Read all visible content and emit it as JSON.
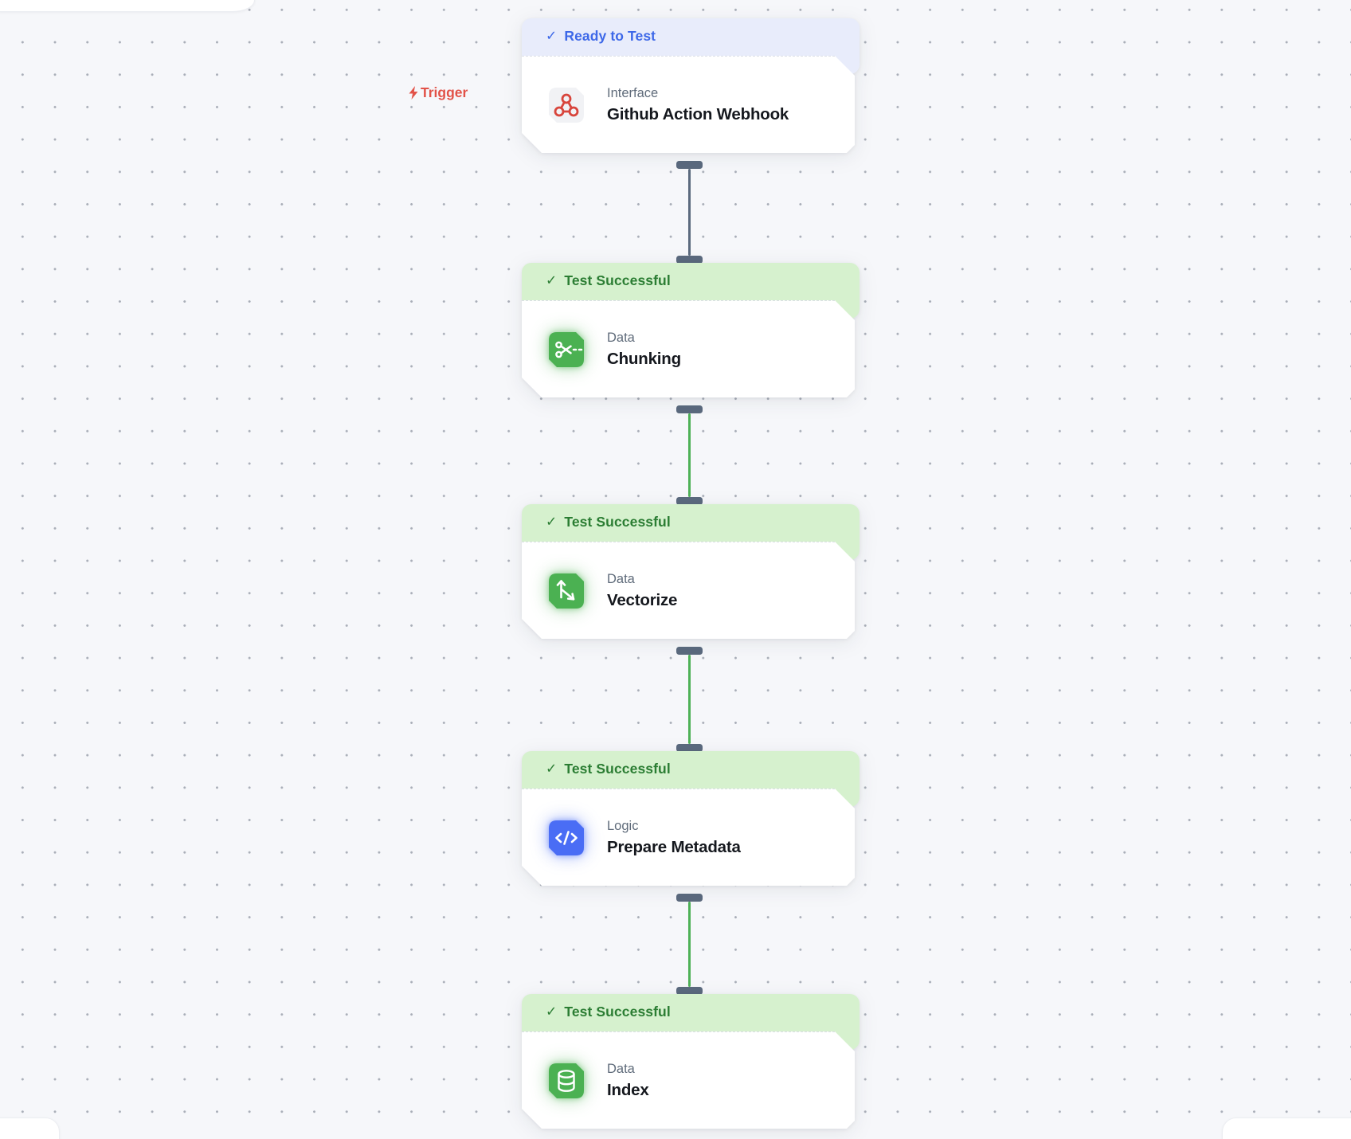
{
  "canvas": {
    "background": "#f6f7fa",
    "dot_color": "#a9aeb8"
  },
  "trigger": {
    "label": "Trigger",
    "color": "#e25248",
    "icon": "lightning-bolt-icon"
  },
  "nodes": [
    {
      "status": "Ready to Test",
      "check": "✓",
      "status_variant": "info",
      "category": "Interface",
      "title": "Github Action Webhook",
      "icon": "webhook-icon",
      "accent": "#d8453c"
    },
    {
      "status": "Test Successful",
      "check": "✓",
      "status_variant": "success",
      "category": "Data",
      "title": "Chunking",
      "icon": "scissors-chunking-icon",
      "accent": "#4bb152"
    },
    {
      "status": "Test Successful",
      "check": "✓",
      "status_variant": "success",
      "category": "Data",
      "title": "Vectorize",
      "icon": "vector-axes-icon",
      "accent": "#4bb152"
    },
    {
      "status": "Test Successful",
      "check": "✓",
      "status_variant": "success",
      "category": "Logic",
      "title": "Prepare Metadata",
      "icon": "code-icon",
      "accent": "#4a6df5"
    },
    {
      "status": "Test Successful",
      "check": "✓",
      "status_variant": "success",
      "category": "Data",
      "title": "Index",
      "icon": "database-icon",
      "accent": "#4bb152"
    }
  ],
  "edges": [
    {
      "from": "Github Action Webhook",
      "to": "Chunking",
      "color": "#5b6a7e"
    },
    {
      "from": "Chunking",
      "to": "Vectorize",
      "color": "#4eb157"
    },
    {
      "from": "Vectorize",
      "to": "Prepare Metadata",
      "color": "#4eb157"
    },
    {
      "from": "Prepare Metadata",
      "to": "Index",
      "color": "#4eb157"
    }
  ],
  "colors": {
    "status_info_bg": "#e8ecfb",
    "status_info_text": "#3d68e8",
    "status_success_bg": "#d6f1ce",
    "status_success_text": "#2b7d33",
    "handle": "#5b6a7e",
    "trigger_red": "#e25248",
    "icon_green": "#4bb152",
    "icon_blue": "#4a6df5",
    "icon_webhook_red": "#d8453c"
  }
}
